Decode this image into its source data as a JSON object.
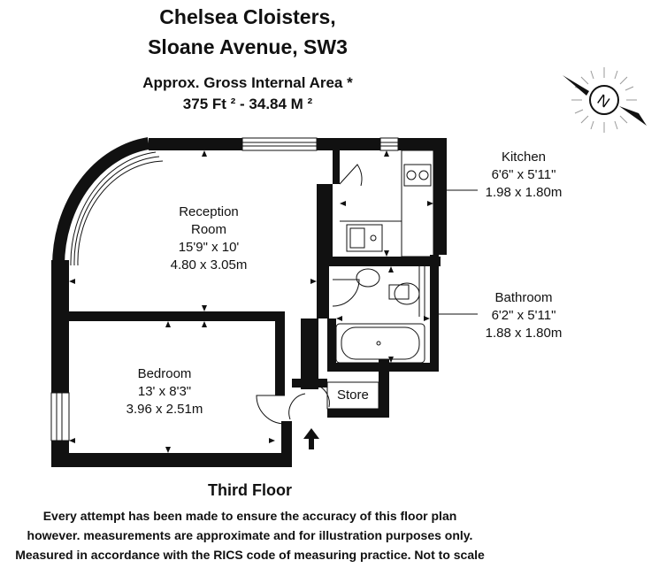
{
  "header": {
    "line1": "Chelsea Cloisters,",
    "line2": "Sloane Avenue, SW3",
    "area_title": "Approx. Gross Internal Area *",
    "area_value": "375 Ft ²  -  34.84 M ²"
  },
  "compass": {
    "letter": "N",
    "icon": "compass-rose"
  },
  "rooms": {
    "reception": {
      "name1": "Reception",
      "name2": "Room",
      "imperial": "15'9\" x 10'",
      "metric": "4.80 x 3.05m"
    },
    "bedroom": {
      "name": "Bedroom",
      "imperial": "13' x 8'3\"",
      "metric": "3.96 x 2.51m"
    },
    "kitchen": {
      "name": "Kitchen",
      "imperial": "6'6\" x 5'11\"",
      "metric": "1.98 x 1.80m"
    },
    "bathroom": {
      "name": "Bathroom",
      "imperial": "6'2\" x 5'11\"",
      "metric": "1.88 x 1.80m"
    },
    "store": {
      "name": "Store"
    }
  },
  "floor_label": "Third Floor",
  "disclaimer": {
    "line1": "Every attempt has been made to ensure the accuracy of this floor plan",
    "line2": "however. measurements are approximate and for illustration purposes only.",
    "line3": "Measured in accordance with the RICS code of measuring practice. Not to scale"
  },
  "colors": {
    "wall": "#111111",
    "background": "#ffffff"
  }
}
